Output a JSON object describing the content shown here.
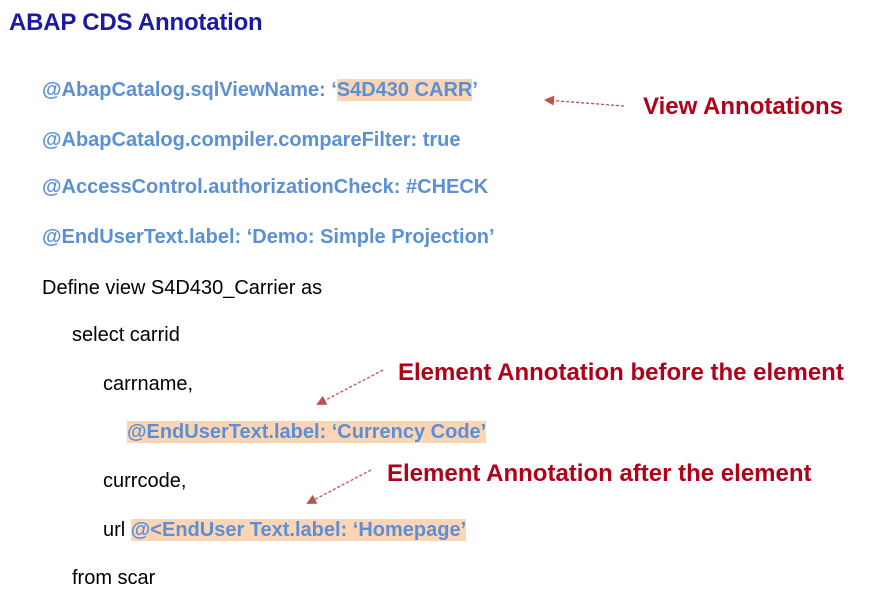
{
  "title": "ABAP CDS Annotation",
  "code": {
    "line1_prefix": "@AbapCatalog.sqlViewName: ‘",
    "line1_value": "S4D430 CARR",
    "line1_suffix": "’",
    "line2": "@AbapCatalog.compiler.compareFilter: true",
    "line3": "@AccessControl.authorizationCheck: #CHECK",
    "line4": "@EndUserText.label: ‘Demo: Simple Projection’",
    "line5": "Define view S4D430_Carrier as",
    "line6": "select carrid",
    "line7": "carrname,",
    "line8": "@EndUserText.label: ‘Currency Code’",
    "line9": "currcode,",
    "line10_plain": "url ",
    "line10_ann": "@<EndUser Text.label: ‘Homepage’",
    "line11": "from scar"
  },
  "callouts": {
    "view": "View Annotations",
    "before": "Element Annotation before the element",
    "after": "Element Annotation after the element"
  },
  "colors": {
    "title": "#1a1aa6",
    "annotation": "#5b8fd6",
    "callout": "#b0001a",
    "highlight": "#fcd5b5"
  }
}
